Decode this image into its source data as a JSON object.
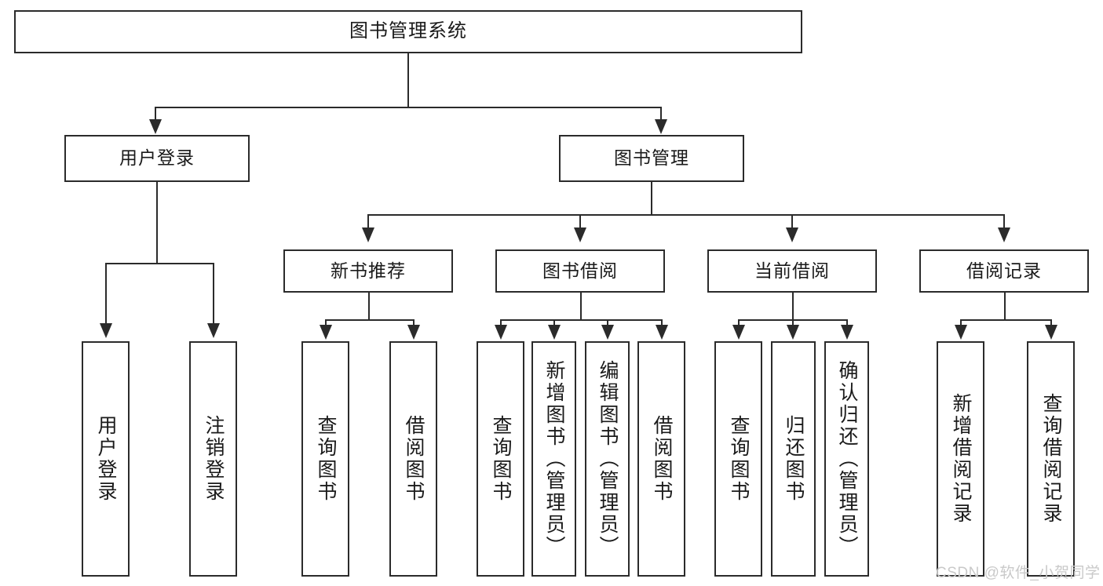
{
  "diagram": {
    "type": "hierarchy-tree",
    "title": "图书管理系统",
    "watermark": "CSDN @软件_小贺同学",
    "colors": {
      "stroke": "#2b2b2b",
      "fill": "#ffffff",
      "text": "#1a1a1a",
      "watermark": "#c9c9c9"
    },
    "levels": {
      "level1": [
        {
          "id": "root",
          "label": "图书管理系统"
        }
      ],
      "level2": [
        {
          "id": "user-login",
          "label": "用户登录"
        },
        {
          "id": "book-management",
          "label": "图书管理"
        }
      ],
      "level3": [
        {
          "id": "new-book-recommend",
          "label": "新书推荐"
        },
        {
          "id": "book-borrow",
          "label": "图书借阅"
        },
        {
          "id": "current-borrow",
          "label": "当前借阅"
        },
        {
          "id": "borrow-record",
          "label": "借阅记录"
        }
      ],
      "level4": [
        {
          "id": "leaf-user-login",
          "label": "用户登录"
        },
        {
          "id": "leaf-logout",
          "label": "注销登录"
        },
        {
          "id": "leaf-query-book-1",
          "label": "查询图书"
        },
        {
          "id": "leaf-borrow-book-1",
          "label": "借阅图书"
        },
        {
          "id": "leaf-query-book-2",
          "label": "查询图书"
        },
        {
          "id": "leaf-add-book",
          "label": "新增图书（管理员）"
        },
        {
          "id": "leaf-edit-book",
          "label": "编辑图书（管理员）"
        },
        {
          "id": "leaf-borrow-book-2",
          "label": "借阅图书"
        },
        {
          "id": "leaf-query-book-3",
          "label": "查询图书"
        },
        {
          "id": "leaf-return-book",
          "label": "归还图书"
        },
        {
          "id": "leaf-confirm-return",
          "label": "确认归还（管理员）"
        },
        {
          "id": "leaf-add-record",
          "label": "新增借阅记录"
        },
        {
          "id": "leaf-query-record",
          "label": "查询借阅记录"
        }
      ]
    }
  }
}
